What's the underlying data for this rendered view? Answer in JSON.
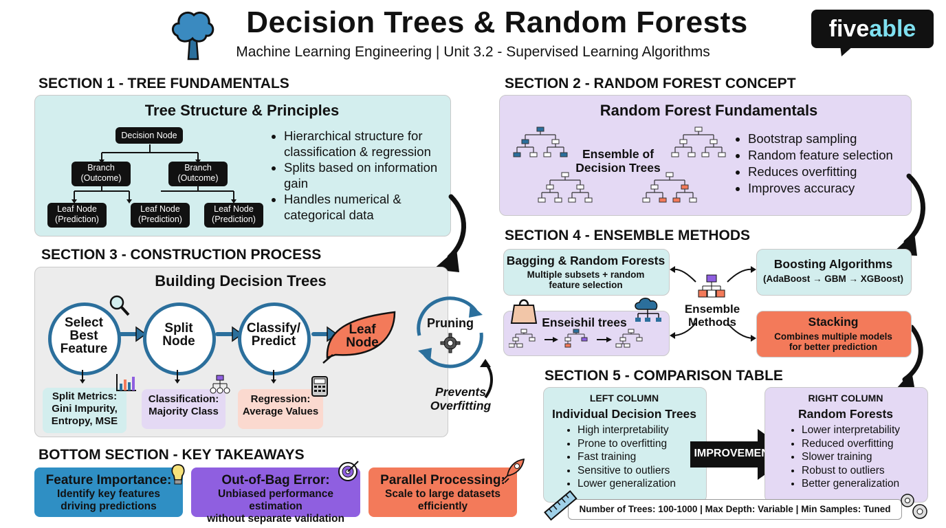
{
  "header": {
    "title": "Decision Trees & Random Forests",
    "subtitle": "Machine Learning Engineering | Unit 3.2 - Supervised Learning Algorithms",
    "logo_main": "five",
    "logo_accent": "able"
  },
  "section1": {
    "heading": "SECTION 1 - TREE FUNDAMENTALS",
    "box_title": "Tree Structure & Principles",
    "decision_node": "Decision Node",
    "branch_left": "Branch\n(Outcome)",
    "branch_right": "Branch\n(Outcome)",
    "leaf1": "Leaf Node\n(Prediction)",
    "leaf2": "Leaf Node\n(Prediction)",
    "leaf3": "Leaf Node\n(Prediction)",
    "bullets": [
      "Hierarchical structure for classification & regression",
      "Splits based on information gain",
      "Handles numerical & categorical data"
    ]
  },
  "section2": {
    "heading": "SECTION 2 - RANDOM FOREST CONCEPT",
    "box_title": "Random Forest Fundamentals",
    "ensemble_label": "Ensemble of\nDecision Trees",
    "bullets": [
      "Bootstrap sampling",
      "Random feature selection",
      "Reduces overfitting",
      "Improves accuracy"
    ]
  },
  "section3": {
    "heading": "SECTION 3 - CONSTRUCTION PROCESS",
    "box_title": "Building Decision Trees",
    "step1": "Select\nBest\nFeature",
    "step2": "Split\nNode",
    "step3": "Classify/\nPredict",
    "step4": "Leaf\nNode",
    "pruning": "Pruning",
    "prevents": "Prevents\nOverfitting",
    "metric1": "Split Metrics:\nGini Impurity,\nEntropy, MSE",
    "metric2": "Classification:\nMajority Class",
    "metric3": "Regression:\nAverage Values"
  },
  "section4": {
    "heading": "SECTION 4 - ENSEMBLE METHODS",
    "bagging_title": "Bagging & Random Forests",
    "bagging_desc": "Multiple subsets + random\nfeature selection",
    "ensemble_trees": "Enseishil trees",
    "center_label": "Ensemble\nMethods",
    "boosting_title": "Boosting Algorithms",
    "boosting_desc": "(AdaBoost → GBM → XGBoost)",
    "stacking_title": "Stacking",
    "stacking_desc": "Combines multiple models\nfor better prediction"
  },
  "section5": {
    "heading": "SECTION 5 - COMPARISON TABLE",
    "left_label": "LEFT COLUMN",
    "left_title": "Individual Decision Trees",
    "left_items": [
      "High interpretability",
      "Prone to overfitting",
      "Fast training",
      "Sensitive to outliers",
      "Lower generalization"
    ],
    "arrow_label": "IMPROVEMENT",
    "right_label": "RIGHT COLUMN",
    "right_title": "Random Forests",
    "right_items": [
      "Lower interpretability",
      "Reduced overfitting",
      "Slower training",
      "Robust to outliers",
      "Better generalization"
    ],
    "params": "Number of Trees: 100-1000 | Max Depth: Variable | Min Samples: Tuned"
  },
  "bottom": {
    "heading": "BOTTOM SECTION - KEY TAKEAWAYS",
    "cards": [
      {
        "title": "Feature Importance:",
        "desc": "Identify key features\ndriving predictions",
        "color": "#2f8fc4"
      },
      {
        "title": "Out-of-Bag Error:",
        "desc": "Unbiased performance estimation\nwithout separate validation",
        "color": "#8f5fe0"
      },
      {
        "title": "Parallel Processing:",
        "desc": "Scale to large datasets\nefficiently",
        "color": "#f37a5a"
      }
    ]
  },
  "icons": [
    "tree-icon",
    "magnifier-icon",
    "bar-chart-icon",
    "hierarchy-icon",
    "calculator-icon",
    "gear-icon",
    "bag-icon",
    "cloud-tree-icon",
    "lightbulb-icon",
    "target-icon",
    "rocket-icon",
    "ruler-icon",
    "gears-icon"
  ]
}
